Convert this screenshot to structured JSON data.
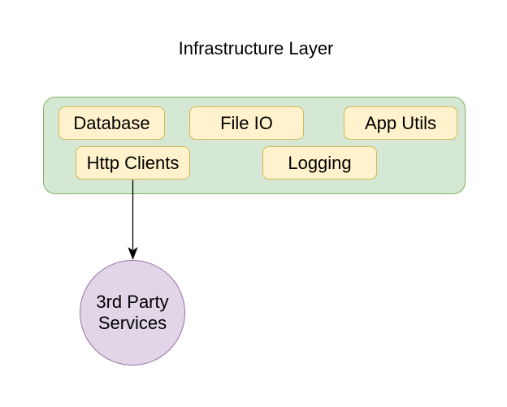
{
  "title": "Infrastructure Layer",
  "palette": {
    "canvas_bg": "#ffffff",
    "layer_fill": "#d5e8d4",
    "layer_stroke": "#82b366",
    "node_fill": "#fff2cc",
    "node_stroke": "#d6b656",
    "ellipse_fill": "#e1d5e7",
    "ellipse_stroke": "#9673a6",
    "edge_color": "#000000",
    "text_color": "#000000"
  },
  "nodes": [
    {
      "id": "database",
      "label": "Database"
    },
    {
      "id": "file-io",
      "label": "File IO"
    },
    {
      "id": "app-utils",
      "label": "App Utils"
    },
    {
      "id": "http-clients",
      "label": "Http Clients"
    },
    {
      "id": "logging",
      "label": "Logging"
    }
  ],
  "external_node": {
    "id": "3rd-party-services",
    "label": "3rd Party Services",
    "lines": [
      "3rd Party",
      "Services"
    ]
  },
  "edges": [
    {
      "from": "Http Clients",
      "to": "3rd Party Services",
      "type": "arrow"
    }
  ]
}
